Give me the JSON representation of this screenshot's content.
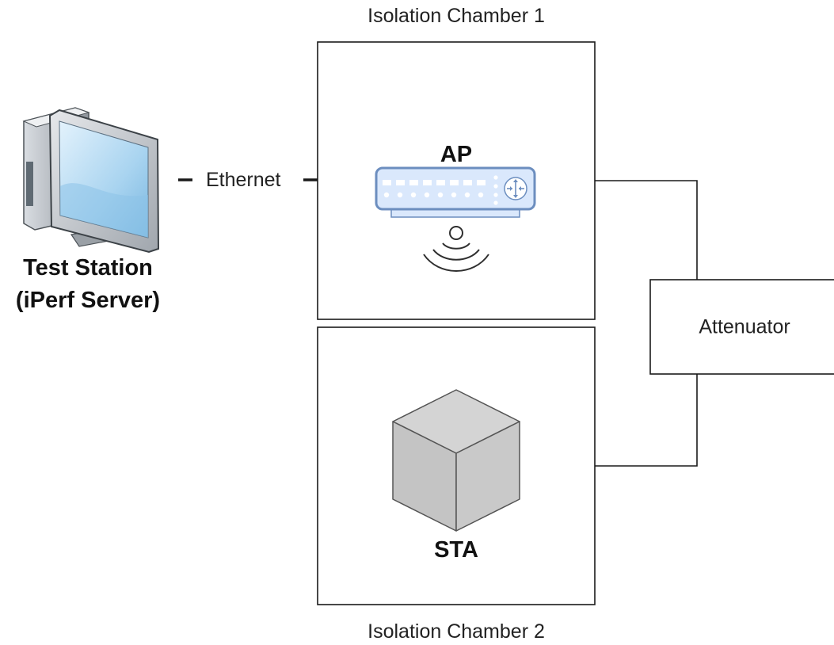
{
  "chambers": {
    "chamber1_title": "Isolation Chamber 1",
    "chamber2_title": "Isolation Chamber 2"
  },
  "devices": {
    "ap_label": "AP",
    "sta_label": "STA",
    "attenuator_label": "Attenuator"
  },
  "test_station": {
    "line1": "Test Station",
    "line2": "(iPerf Server)"
  },
  "links": {
    "ethernet_label": "Ethernet"
  },
  "icons": {
    "test_station": "desktop-computer-icon",
    "ap": "access-point-icon",
    "wireless": "wifi-signal-icon",
    "sta": "cube-icon"
  },
  "colors": {
    "line": "#1a1a1a",
    "ap_body": "#dae8fc",
    "ap_border": "#6c8ebf",
    "cube_fill": "#c8c8c8",
    "monitor_screen": "#b9dcf3"
  }
}
